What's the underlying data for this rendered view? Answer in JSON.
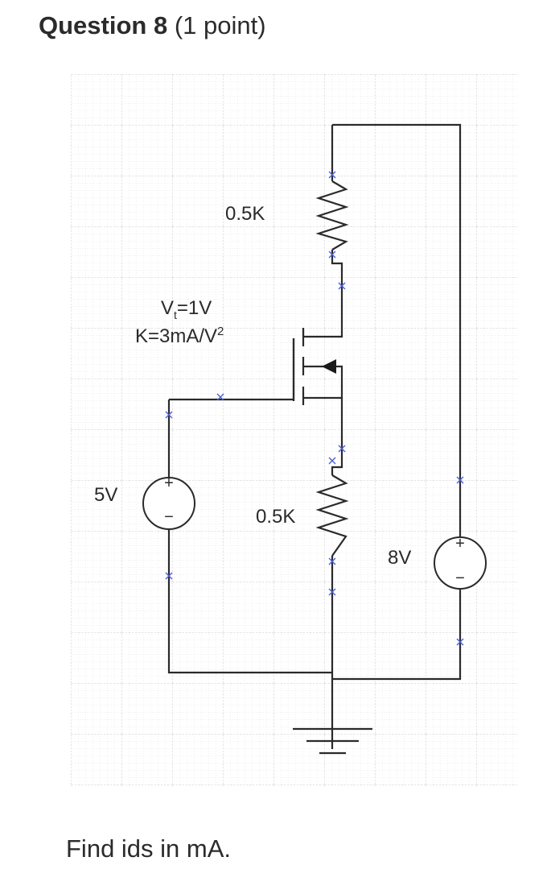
{
  "question": {
    "title_bold": "Question 8",
    "points": "(1 point)"
  },
  "circuit": {
    "labels": {
      "r_drain": "0.5K",
      "r_source": "0.5K",
      "vt": "V",
      "vt_sub": "t",
      "vt_val": "=1V",
      "k": "K=3mA/V",
      "k_sup": "2",
      "v_gate": "5V",
      "v_drain": "8V",
      "plus": "+",
      "minus": "−"
    },
    "colors": {
      "wire": "#2a2a2a",
      "node_marker": "#4b5fd6",
      "grid_major": "#c9c9c9",
      "grid_minor": "#dedede"
    }
  },
  "prompt": "Find ids in mA."
}
